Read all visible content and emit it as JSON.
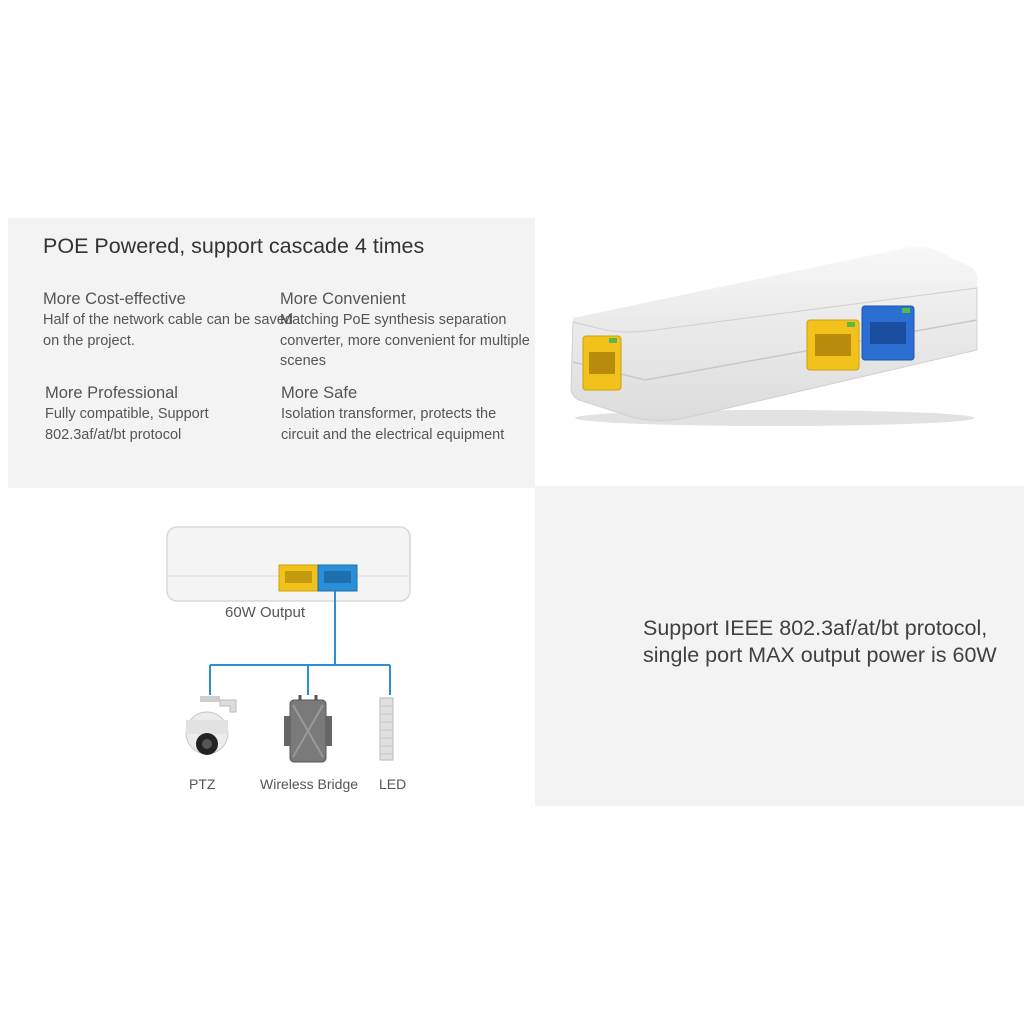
{
  "headline": "POE Powered, support cascade 4 times",
  "features": [
    {
      "title": "More Cost-effective",
      "desc": "Half of the network cable can be saved on the project."
    },
    {
      "title": "More Convenient",
      "desc": "Matching PoE synthesis separation converter, more convenient for multiple scenes"
    },
    {
      "title": "More Professional",
      "desc": "Fully compatible, Support 802.3af/at/bt protocol"
    },
    {
      "title": "More Safe",
      "desc": "Isolation transformer, protects the circuit and the electrical equipment"
    }
  ],
  "protocol_text": "Support IEEE 802.3af/at/bt protocol, single port MAX output power is 60W",
  "diagram": {
    "output_label": "60W Output",
    "devices": [
      "PTZ",
      "Wireless Bridge",
      "LED"
    ]
  },
  "colors": {
    "port_yellow": "#f2c21b",
    "port_blue": "#2a6fd1",
    "cable_blue": "#2a8fd6",
    "panel_gray": "#f3f3f3"
  },
  "icons": [
    "poe-splitter-image",
    "ethernet-port-icon",
    "ptz-camera-icon",
    "wireless-bridge-icon",
    "led-light-icon"
  ]
}
